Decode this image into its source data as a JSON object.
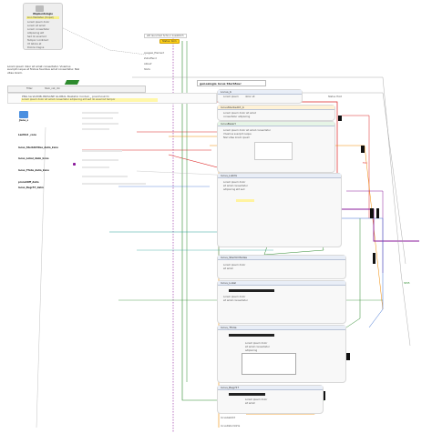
{
  "top_card": {
    "title": "Wopbentologie",
    "subtitle": "Lion Meldaten (tropal)",
    "items": [
      "Lorem ipsum dolor",
      "Lorem sit amet",
      "Lorem consectetur",
      "Adipiscing elit",
      "Sed do eiusmod",
      "Tempor incididunt",
      "Ut labore et",
      "Dolore magna"
    ]
  },
  "caption_top": "eth launched Schnur zusatzlich",
  "orange_tag": "Status: Kom",
  "note_text": "Lorem ipsum dolor sit amet consectetur. Vivamus suscipit neque et finibus faucibus amet consectetur. Nisl vitae lorem.",
  "search_label": "Filter:",
  "search_value": "Stub_nat_ntn",
  "header_path": "PNG terstotNB-INKSANE GLOBAL Bestatio Cordeli _ preichoskrm",
  "highlight_text": "Lorem ipsum dolor sit amet consectetur adipiscing elit sed do eiusmod tempor",
  "section_title": "genealogie locus Sterbfour",
  "left_rows": [
    "Lantlist _cons",
    "locus_SterbOrtDes_dalm_kxno",
    "locus_Lokal_dalm_kxno",
    "locus_Tfolie_dalm_kxno",
    "pronotOff_dalm",
    "locus_Begr57_dalm"
  ],
  "left_doc_label": "Jiene_s",
  "small_labels": [
    "Ausgew_Element",
    "Zutreffend",
    "Ablauf",
    "Stufe"
  ],
  "nodes": [
    {
      "title": "Locus_b",
      "rows": [
        "Lorem ipsum",
        "dolor sit"
      ]
    },
    {
      "title": "locusSterbeOrt_b",
      "rows": [
        "Lorem ipsum dolor sit amet",
        "consectetur adipiscing"
      ]
    },
    {
      "title": "locusBeiert",
      "rows": [
        "Lorem ipsum dolor sit amet consectetur",
        "Vivamus suscipit neque",
        "Nisl vitae lorem ipsum"
      ]
    },
    {
      "title": "locus_Listdx",
      "rows": [
        "Lorem ipsum dolor",
        "sit amet consectetur",
        "adipiscing elit sed"
      ]
    },
    {
      "title": "locus_SterbOrtsdes",
      "rows": [
        "Lorem ipsum dolor",
        "sit amet"
      ]
    },
    {
      "title": "locus_Lokal",
      "rows": [
        "Lorem ipsum dolor",
        "sit amet consectetur"
      ]
    },
    {
      "title": "locus_Tfolie",
      "rows": [
        "Lorem ipsum dolor",
        "sit amet consectetur",
        "adipiscing"
      ]
    },
    {
      "title": "locus_Begr57",
      "rows": [
        "Lorem ipsum dolor",
        "sit amet"
      ]
    }
  ],
  "bottom_labels": [
    "locusGebOrt",
    "locusDatumOrte"
  ],
  "right_labels": [
    "Status Hold",
    "F44",
    "SP45"
  ],
  "colors": {
    "green": "#2e8b2e",
    "red": "#d22",
    "orange": "#f08a00",
    "purple": "#8a1a9b",
    "blue": "#3b6fd1",
    "teal": "#2aa39a",
    "gray": "#888888",
    "black": "#111111"
  }
}
